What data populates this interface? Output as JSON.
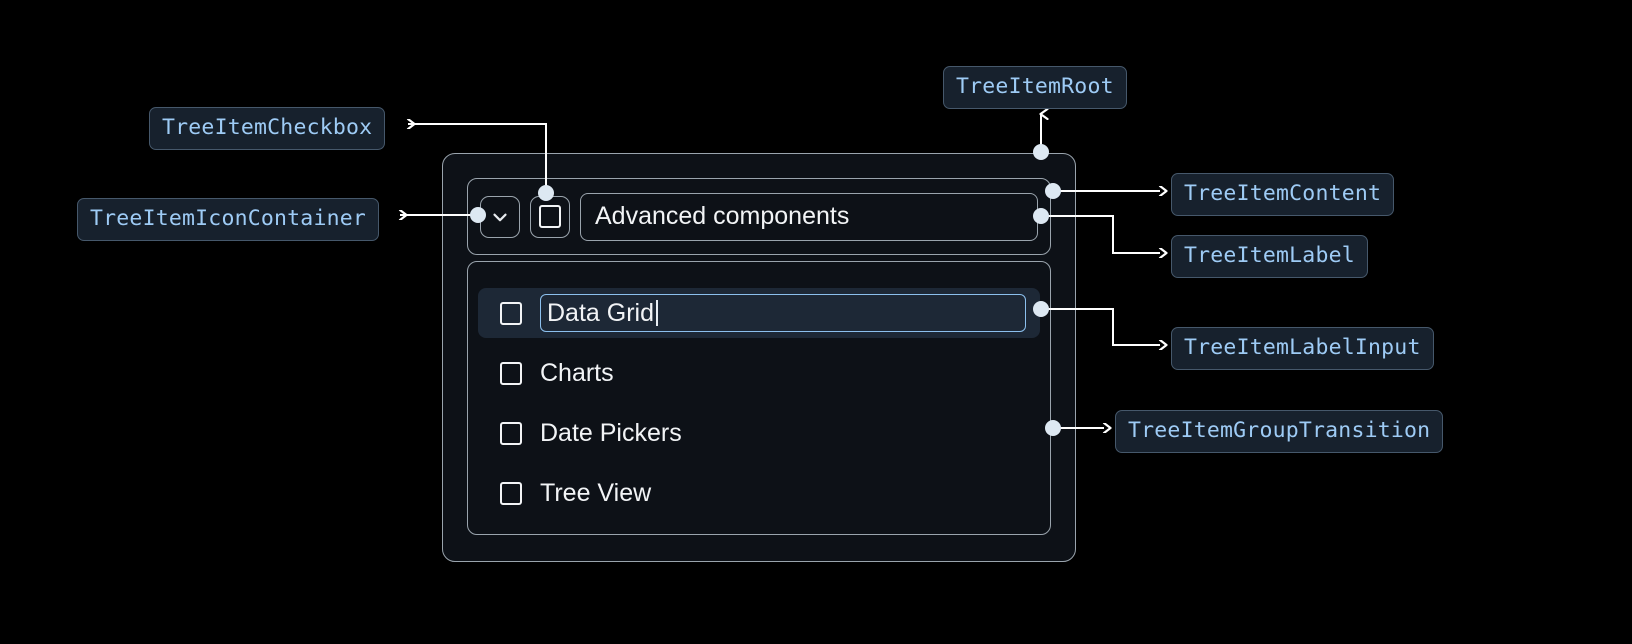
{
  "theme": {
    "page_background": "#000000",
    "panel_background": "#0d1117",
    "panel_border": "#9aa4ad",
    "label_background": "#17212d",
    "label_border": "#46586b",
    "label_text": "#9ecbf5",
    "selected_row_background": "#1d2836",
    "input_focus_border": "#8cc0ee",
    "text_primary": "#f2f4f6",
    "connector": "#ffffff"
  },
  "annotations": [
    {
      "id": "tree-item-checkbox",
      "label": "TreeItemCheckbox"
    },
    {
      "id": "tree-item-icon-container",
      "label": "TreeItemIconContainer"
    },
    {
      "id": "tree-item-root",
      "label": "TreeItemRoot"
    },
    {
      "id": "tree-item-content",
      "label": "TreeItemContent"
    },
    {
      "id": "tree-item-label",
      "label": "TreeItemLabel"
    },
    {
      "id": "tree-item-label-input",
      "label": "TreeItemLabelInput"
    },
    {
      "id": "tree-item-group-transition",
      "label": "TreeItemGroupTransition"
    }
  ],
  "tree": {
    "icon_container": {
      "icon": "chevron-down-icon",
      "expanded": true
    },
    "checkbox": {
      "icon": "checkbox-unchecked-icon",
      "checked": false
    },
    "label": "Advanced components",
    "children": [
      {
        "label": "Data Grid",
        "checked": false,
        "editing": true,
        "selected": true
      },
      {
        "label": "Charts",
        "checked": false,
        "editing": false,
        "selected": false
      },
      {
        "label": "Date Pickers",
        "checked": false,
        "editing": false,
        "selected": false
      },
      {
        "label": "Tree View",
        "checked": false,
        "editing": false,
        "selected": false
      }
    ]
  }
}
